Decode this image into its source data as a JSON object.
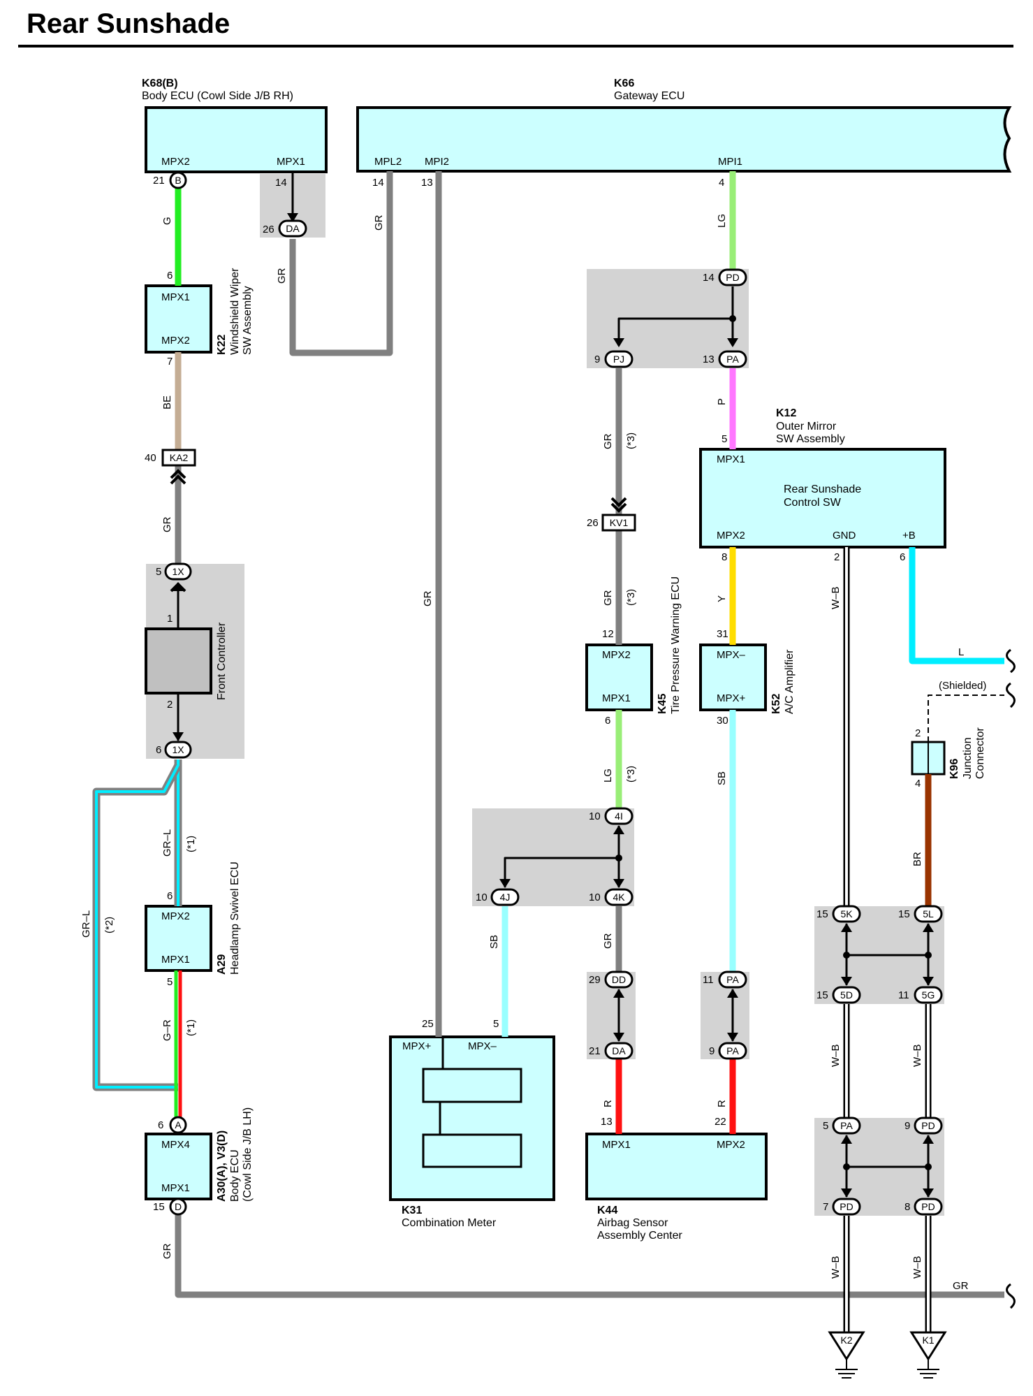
{
  "title": "Rear Sunshade",
  "colors": {
    "ecu_fill": "#ccffff",
    "splice_fill": "#d3d3d3",
    "G": "#22ee22",
    "LG": "#99ee77",
    "BE": "#c4ad94",
    "GR": "#808080",
    "P": "#ff77ff",
    "Y": "#ffdd00",
    "SB": "#99ffff",
    "L": "#00eeff",
    "BR": "#993300",
    "R": "#ff1111",
    "W": "#ffffff"
  },
  "components": {
    "k68": {
      "code": "K68(B)",
      "name": "Body ECU (Cowl Side J/B RH)",
      "pin1": "MPX2",
      "pin2": "MPX1"
    },
    "k66": {
      "code": "K66",
      "name": "Gateway ECU",
      "pin1": "MPL2",
      "pin2": "MPI2",
      "pin3": "MPI1"
    },
    "k22": {
      "code": "K22",
      "name1": "Windshield Wiper",
      "name2": "SW Assembly",
      "pin1": "MPX1",
      "pin2": "MPX2"
    },
    "fc": {
      "name": "Front Controller"
    },
    "a29": {
      "code": "A29",
      "name": "Headlamp Swivel ECU",
      "pin1": "MPX2",
      "pin2": "MPX1"
    },
    "a30": {
      "code": "A30(A), V3(D)",
      "name1": "Body ECU",
      "name2": "(Cowl Side J/B LH)",
      "pin1": "MPX4",
      "pin2": "MPX1"
    },
    "k31": {
      "code": "K31",
      "name": "Combination Meter",
      "pin1": "MPX+",
      "pin2": "MPX–"
    },
    "k44": {
      "code": "K44",
      "name1": "Airbag Sensor",
      "name2": "Assembly Center",
      "pin1": "MPX1",
      "pin2": "MPX2"
    },
    "k45": {
      "code": "K45",
      "name": "Tire Pressure Warning ECU",
      "pin1": "MPX2",
      "pin2": "MPX1"
    },
    "k52": {
      "code": "K52",
      "name": "A/C Amplifier",
      "pin1": "MPX–",
      "pin2": "MPX+"
    },
    "k12": {
      "code": "K12",
      "name1": "Outer Mirror",
      "name2": "SW Assembly",
      "inner1": "Rear Sunshade",
      "inner2": "Control SW",
      "pin1": "MPX1",
      "pin2": "MPX2",
      "pin3": "GND",
      "pin4": "+B"
    },
    "k96": {
      "code": "K96",
      "name1": "Junction",
      "name2": "Connector"
    }
  },
  "connectors": {
    "B": "B",
    "DA": "DA",
    "KA2": "KA2",
    "1X": "1X",
    "A": "A",
    "D": "D",
    "PD": "PD",
    "PJ": "PJ",
    "PA": "PA",
    "KV1": "KV1",
    "4I": "4I",
    "4J": "4J",
    "4K": "4K",
    "DD": "DD",
    "5K": "5K",
    "5L": "5L",
    "5D": "5D",
    "5G": "5G",
    "K2": "K2",
    "K1": "K1"
  },
  "pins": {
    "p21": "21",
    "p14": "14",
    "p26": "26",
    "p13": "13",
    "p4": "4",
    "p6": "6",
    "p7": "7",
    "p40": "40",
    "p5": "5",
    "p1": "1",
    "p2": "2",
    "p15": "15",
    "p9": "9",
    "p12": "12",
    "p8": "8",
    "p31": "31",
    "p30": "30",
    "p10": "10",
    "p11": "11",
    "p25": "25",
    "p29": "29",
    "p22": "22"
  },
  "wires": {
    "G": "G",
    "BE": "BE",
    "GR": "GR",
    "GR_L": "GR–L",
    "G_R": "G–R",
    "LG": "LG",
    "P": "P",
    "Y": "Y",
    "SB": "SB",
    "W_B": "W–B",
    "L": "L",
    "BR": "BR",
    "R": "R"
  },
  "notes": {
    "n1": "(*1)",
    "n2": "(*2)",
    "n3": "(*3)",
    "shielded": "(Shielded)"
  }
}
